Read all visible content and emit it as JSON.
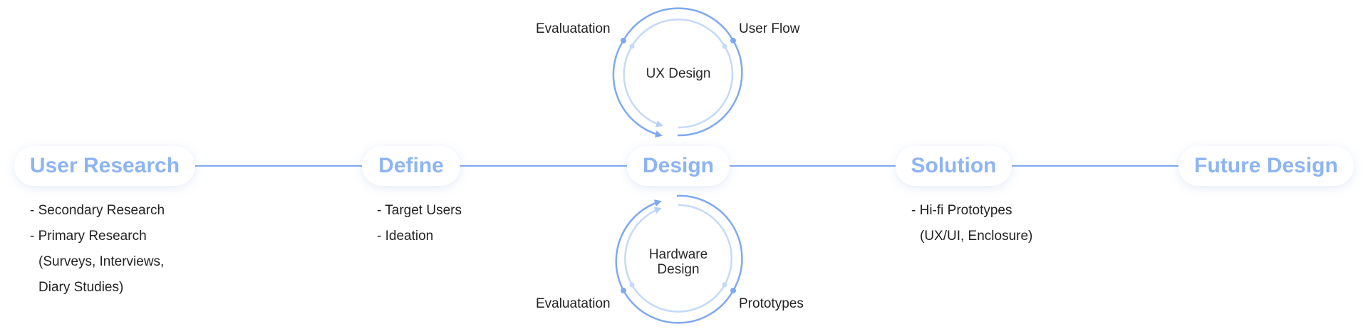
{
  "stages": [
    {
      "label": "User Research"
    },
    {
      "label": "Define"
    },
    {
      "label": "Design"
    },
    {
      "label": "Solution"
    },
    {
      "label": "Future Design"
    }
  ],
  "notes": {
    "user_research": [
      "- Secondary Research",
      "- Primary Research",
      "(Surveys, Interviews,",
      "Diary Studies)"
    ],
    "define": [
      "- Target Users",
      "- Ideation"
    ],
    "solution": [
      "- Hi-fi Prototypes",
      "(UX/UI, Enclosure)"
    ]
  },
  "ux_cycle": {
    "title": "UX Design",
    "left_label": "Evaluatation",
    "right_label": "User Flow"
  },
  "hardware_cycle": {
    "title_line1": "Hardware",
    "title_line2": "Design",
    "left_label": "Evaluatation",
    "right_label": "Prototypes"
  },
  "colors": {
    "accent": "#8db4f3",
    "line": "#7fa9ef",
    "inner_arc": "#c3daf8",
    "text": "#222222"
  }
}
